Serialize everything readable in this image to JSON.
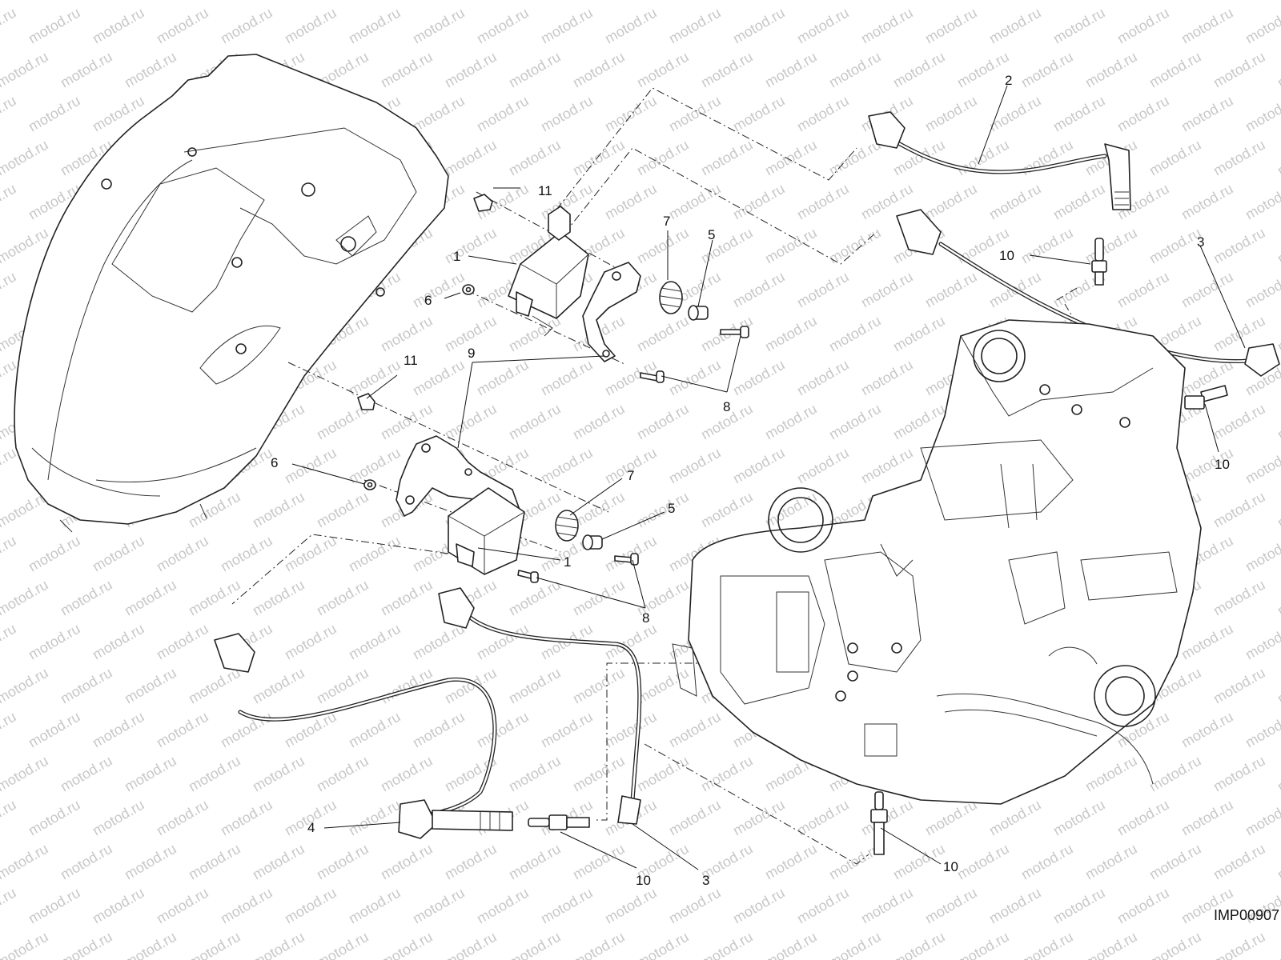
{
  "watermark": {
    "text": "motod.ru"
  },
  "image_code": "IMP00907",
  "callouts": [
    {
      "id": "c1a",
      "label": "1"
    },
    {
      "id": "c1b",
      "label": "1"
    },
    {
      "id": "c2",
      "label": "2"
    },
    {
      "id": "c3a",
      "label": "3"
    },
    {
      "id": "c3b",
      "label": "3"
    },
    {
      "id": "c4",
      "label": "4"
    },
    {
      "id": "c5a",
      "label": "5"
    },
    {
      "id": "c5b",
      "label": "5"
    },
    {
      "id": "c6a",
      "label": "6"
    },
    {
      "id": "c6b",
      "label": "6"
    },
    {
      "id": "c7a",
      "label": "7"
    },
    {
      "id": "c7b",
      "label": "7"
    },
    {
      "id": "c8a",
      "label": "8"
    },
    {
      "id": "c8b",
      "label": "8"
    },
    {
      "id": "c9",
      "label": "9"
    },
    {
      "id": "c10a",
      "label": "10"
    },
    {
      "id": "c10b",
      "label": "10"
    },
    {
      "id": "c10c",
      "label": "10"
    },
    {
      "id": "c10d",
      "label": "10"
    },
    {
      "id": "c11a",
      "label": "11"
    },
    {
      "id": "c11b",
      "label": "11"
    }
  ]
}
